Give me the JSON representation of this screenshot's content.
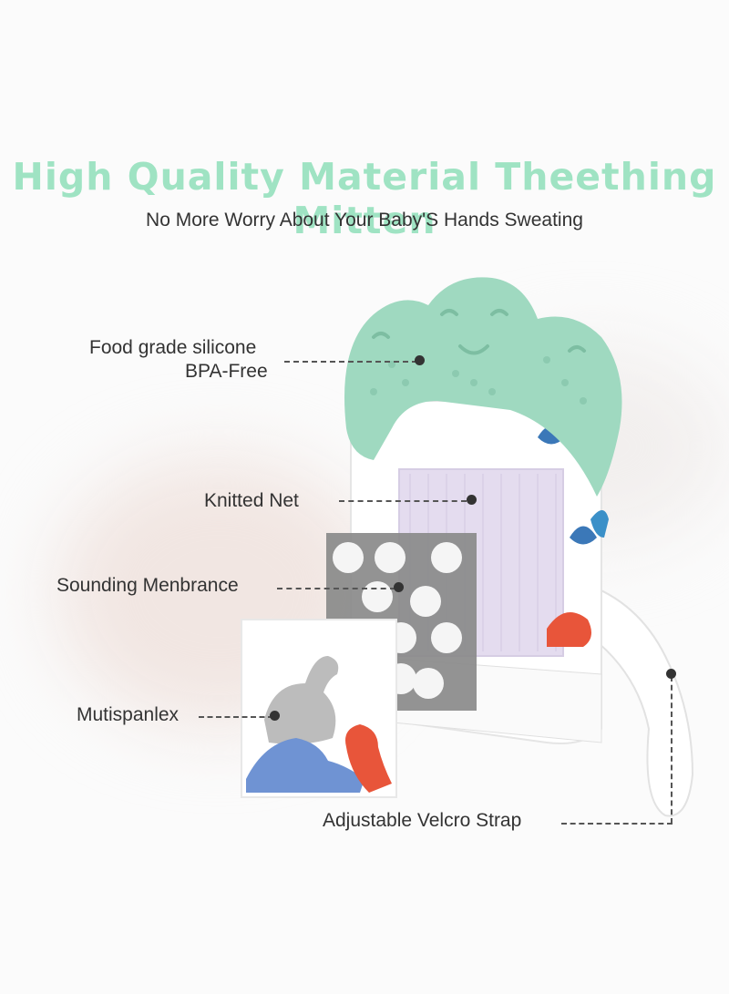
{
  "header": {
    "title": "High Quality Material Theething Mitten",
    "subtitle": "No More Worry About Your Baby'S Hands Sweating"
  },
  "callouts": {
    "silicone": {
      "line1": "Food grade silicone",
      "line2": "BPA-Free"
    },
    "knitted_net": "Knitted Net",
    "sounding": "Sounding Menbrance",
    "fabric": "Mutispanlex",
    "strap": "Adjustable Velcro Strap"
  },
  "colors": {
    "title": "#9fe3c3",
    "silicone": "#9fd9c0",
    "net": "#e4dcef",
    "membrane": "#8a8a8a",
    "dino_blue": "#6f93d3",
    "dino_red": "#e8553a",
    "dino_gray": "#bcbcbc"
  }
}
